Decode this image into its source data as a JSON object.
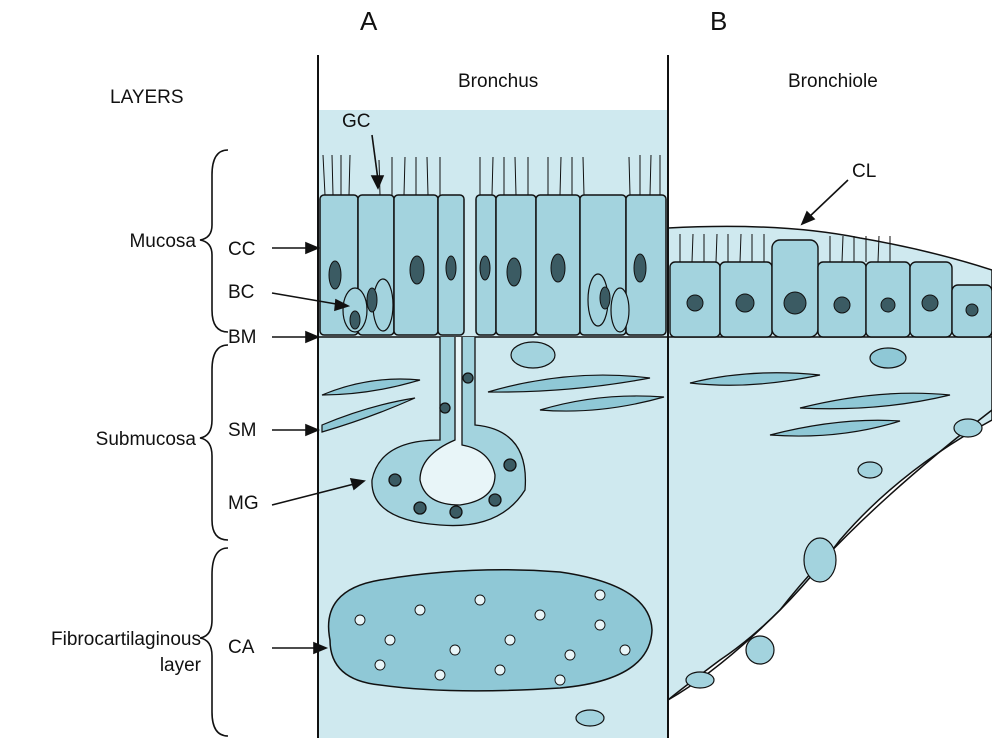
{
  "panels": {
    "a_letter": "A",
    "b_letter": "B",
    "a_title": "Bronchus",
    "b_title": "Bronchiole"
  },
  "layers": {
    "heading": "LAYERS",
    "mucosa": "Mucosa",
    "submucosa": "Submucosa",
    "fibro_line1": "Fibrocartilaginous",
    "fibro_line2": "layer"
  },
  "labels": {
    "gc": "GC",
    "cc": "CC",
    "bc": "BC",
    "bm": "BM",
    "sm": "SM",
    "mg": "MG",
    "ca": "CA",
    "cl": "CL"
  },
  "colors": {
    "tissue": "#c8e7ee",
    "cell": "#a3d3de",
    "cartilage": "#8fc8d6",
    "ink": "#111111"
  }
}
